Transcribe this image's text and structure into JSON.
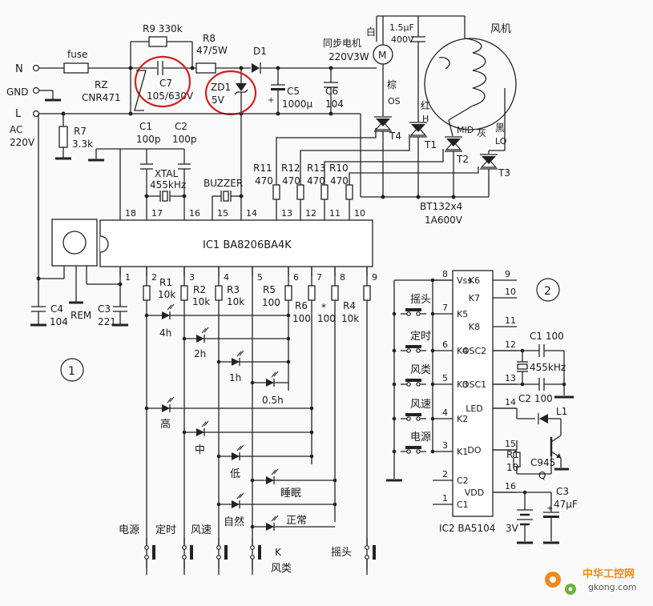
{
  "colors": {
    "wire": "#222222",
    "highlight": "#d42020",
    "background": "#fafafa",
    "logo_orange": "#f08a1c",
    "logo_green": "#6cb33f"
  },
  "power": {
    "n": "N",
    "gnd": "GND",
    "l": "L",
    "ac1": "AC",
    "ac2": "220V",
    "fuse": "fuse"
  },
  "components": {
    "r9": "R9  330k",
    "r8a": "R8",
    "r8b": "47/5W",
    "d1": "D1",
    "rz1": "RZ",
    "rz2": "CNR471",
    "c7a": "C7",
    "c7b": "105/630V",
    "zd1a": "ZD1",
    "zd1b": "5V",
    "c5a": "C5",
    "c5b": "1000μ",
    "c6a": "C6",
    "c6b": "104",
    "r7a": "R7",
    "r7b": "3.3k",
    "c1a": "C1",
    "c1b": "100p",
    "c2a": "C2",
    "c2b": "100p",
    "xtal1": "XTAL",
    "xtal2": "455kHz",
    "buzzer": "BUZZER",
    "sync_motor1": "同步电机",
    "sync_motor2": "220V3W",
    "white": "白",
    "motor_m": "M",
    "brown": "棕",
    "os": "OS",
    "cap_fan1": "1.5μF",
    "cap_fan2": "400V",
    "fan": "风机",
    "red_wire": "红",
    "h": "H",
    "mid": "MID",
    "gray": "灰",
    "black": "黑",
    "lo": "LO",
    "t4": "T4",
    "t1": "T1",
    "t2": "T2",
    "t3": "T3",
    "triac1": "BT132x4",
    "triac2": "1A600V",
    "r11a": "R11",
    "r11b": "470",
    "r12a": "R12",
    "r12b": "470",
    "r13a": "R13",
    "r13b": "470",
    "r10a": "R10",
    "r10b": "470",
    "c4a": "C4",
    "c4b": "104",
    "rem": "REM",
    "c3a": "C3",
    "c3b": "221",
    "r1a": "R1",
    "r1b": "10k",
    "r2a": "R2",
    "r2b": "10k",
    "r3a": "R3",
    "r3b": "10k",
    "r5a": "R5",
    "r5b": "100",
    "r6a": "R6",
    "r6b": "100",
    "star": "*",
    "r100": "100",
    "r4a": "R4",
    "r4b": "10k"
  },
  "ic1": {
    "label": "IC1  BA8206BA4K",
    "top_pins": [
      "18",
      "17",
      "16",
      "15",
      "14",
      "13",
      "12",
      "11",
      "10"
    ],
    "bottom_pins": [
      "1",
      "2",
      "3",
      "4",
      "5",
      "6",
      "7",
      "8",
      "9"
    ]
  },
  "leds": {
    "h4": "4h",
    "h2": "2h",
    "h1": "1h",
    "h05": "0.5h",
    "high": "高",
    "mid": "中",
    "low": "低",
    "sleep": "睡眠",
    "natural": "自然",
    "normal": "正常"
  },
  "keys": {
    "power": "电源",
    "timer": "定时",
    "speed": "风速",
    "k": "K",
    "mode": "风类",
    "swing": "摇头"
  },
  "circle_labels": {
    "one": "1",
    "two": "2"
  },
  "ic2": {
    "label": "IC2  BA5104",
    "keys": [
      "摇头",
      "定时",
      "风类",
      "风速",
      "电源"
    ],
    "left_pins": [
      "8",
      "7",
      "6",
      "5",
      "4",
      "3",
      "2",
      "1"
    ],
    "left_names": [
      "Vss",
      "K5",
      "K4",
      "K3",
      "K2",
      "K1",
      "C2",
      "C1"
    ],
    "right_pins": [
      "9",
      "10",
      "11",
      "12",
      "13",
      "14",
      "15",
      "16"
    ],
    "right_names": [
      "K6",
      "K7",
      "K8",
      "OSC2",
      "OSC1",
      "LED",
      "DO",
      "VDD"
    ],
    "c1": "C1  100",
    "xtal": "455kHz",
    "c2": "C2   100",
    "l1": "L1",
    "r1a": "R1",
    "r1b": "10",
    "q1": "C945",
    "q2": "Q",
    "c3a": "C3",
    "c3b": "47μF",
    "v3": "3V"
  },
  "watermark": {
    "cn": "中华工控网",
    "url": "gkong.com"
  }
}
